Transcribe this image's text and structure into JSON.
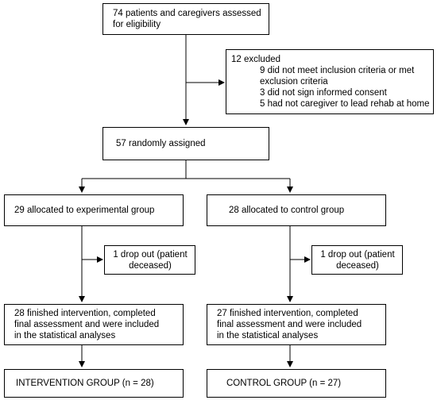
{
  "flowchart": {
    "assessed": {
      "line1": "74 patients and caregivers assessed",
      "line2": "for eligibility"
    },
    "excluded": {
      "title": "12 excluded",
      "reason1_line1": "9 did not meet inclusion criteria or met",
      "reason1_line2": "exclusion criteria",
      "reason2": "3 did not sign informed consent",
      "reason3": "5 had not caregiver to lead rehab at home"
    },
    "randomized": {
      "label": "57 randomly assigned"
    },
    "experimental": {
      "allocated": "29 allocated to experimental group",
      "dropout_line1": "1 drop out (patient",
      "dropout_line2": "deceased)",
      "finished_line1": "28 finished intervention, completed",
      "finished_line2": "final assessment and were included",
      "finished_line3": "in the statistical analyses",
      "group": "INTERVENTION GROUP (n = 28)"
    },
    "control": {
      "allocated": "28 allocated to control group",
      "dropout_line1": "1 drop out (patient",
      "dropout_line2": "deceased)",
      "finished_line1": "27 finished intervention, completed",
      "finished_line2": "final assessment and were included",
      "finished_line3": "in the statistical analyses",
      "group": "CONTROL GROUP (n = 27)"
    }
  }
}
